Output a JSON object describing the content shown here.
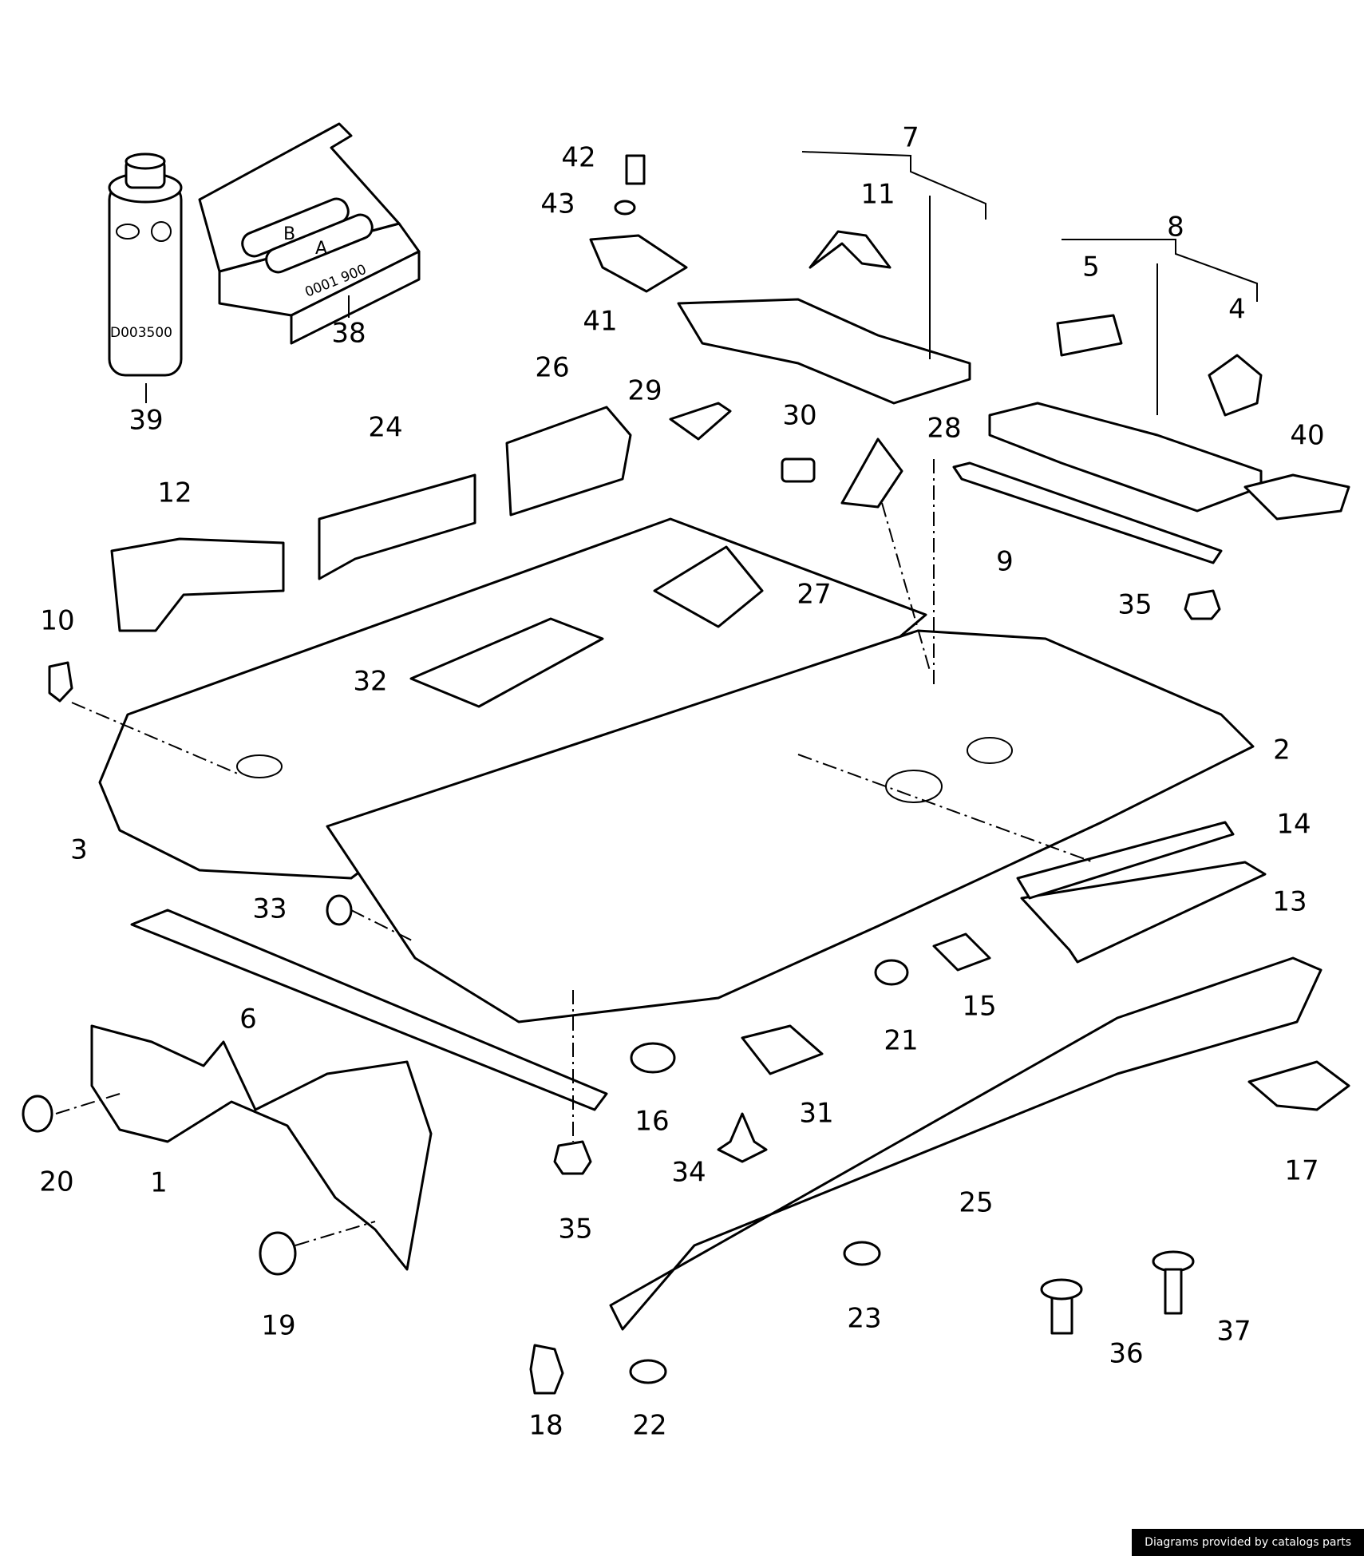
{
  "diagram": {
    "callouts": [
      "1",
      "2",
      "3",
      "4",
      "5",
      "6",
      "7",
      "8",
      "9",
      "10",
      "11",
      "12",
      "13",
      "14",
      "15",
      "16",
      "17",
      "18",
      "19",
      "20",
      "21",
      "22",
      "23",
      "24",
      "25",
      "26",
      "27",
      "28",
      "29",
      "30",
      "31",
      "32",
      "33",
      "34",
      "35",
      "35",
      "36",
      "37",
      "38",
      "39",
      "40",
      "41",
      "42",
      "43"
    ],
    "printed_text": {
      "can_code": "D003500",
      "box_code": "0001 900",
      "tube_a": "A",
      "tube_b": "B"
    }
  },
  "caption": "Diagrams provided by catalogs parts"
}
